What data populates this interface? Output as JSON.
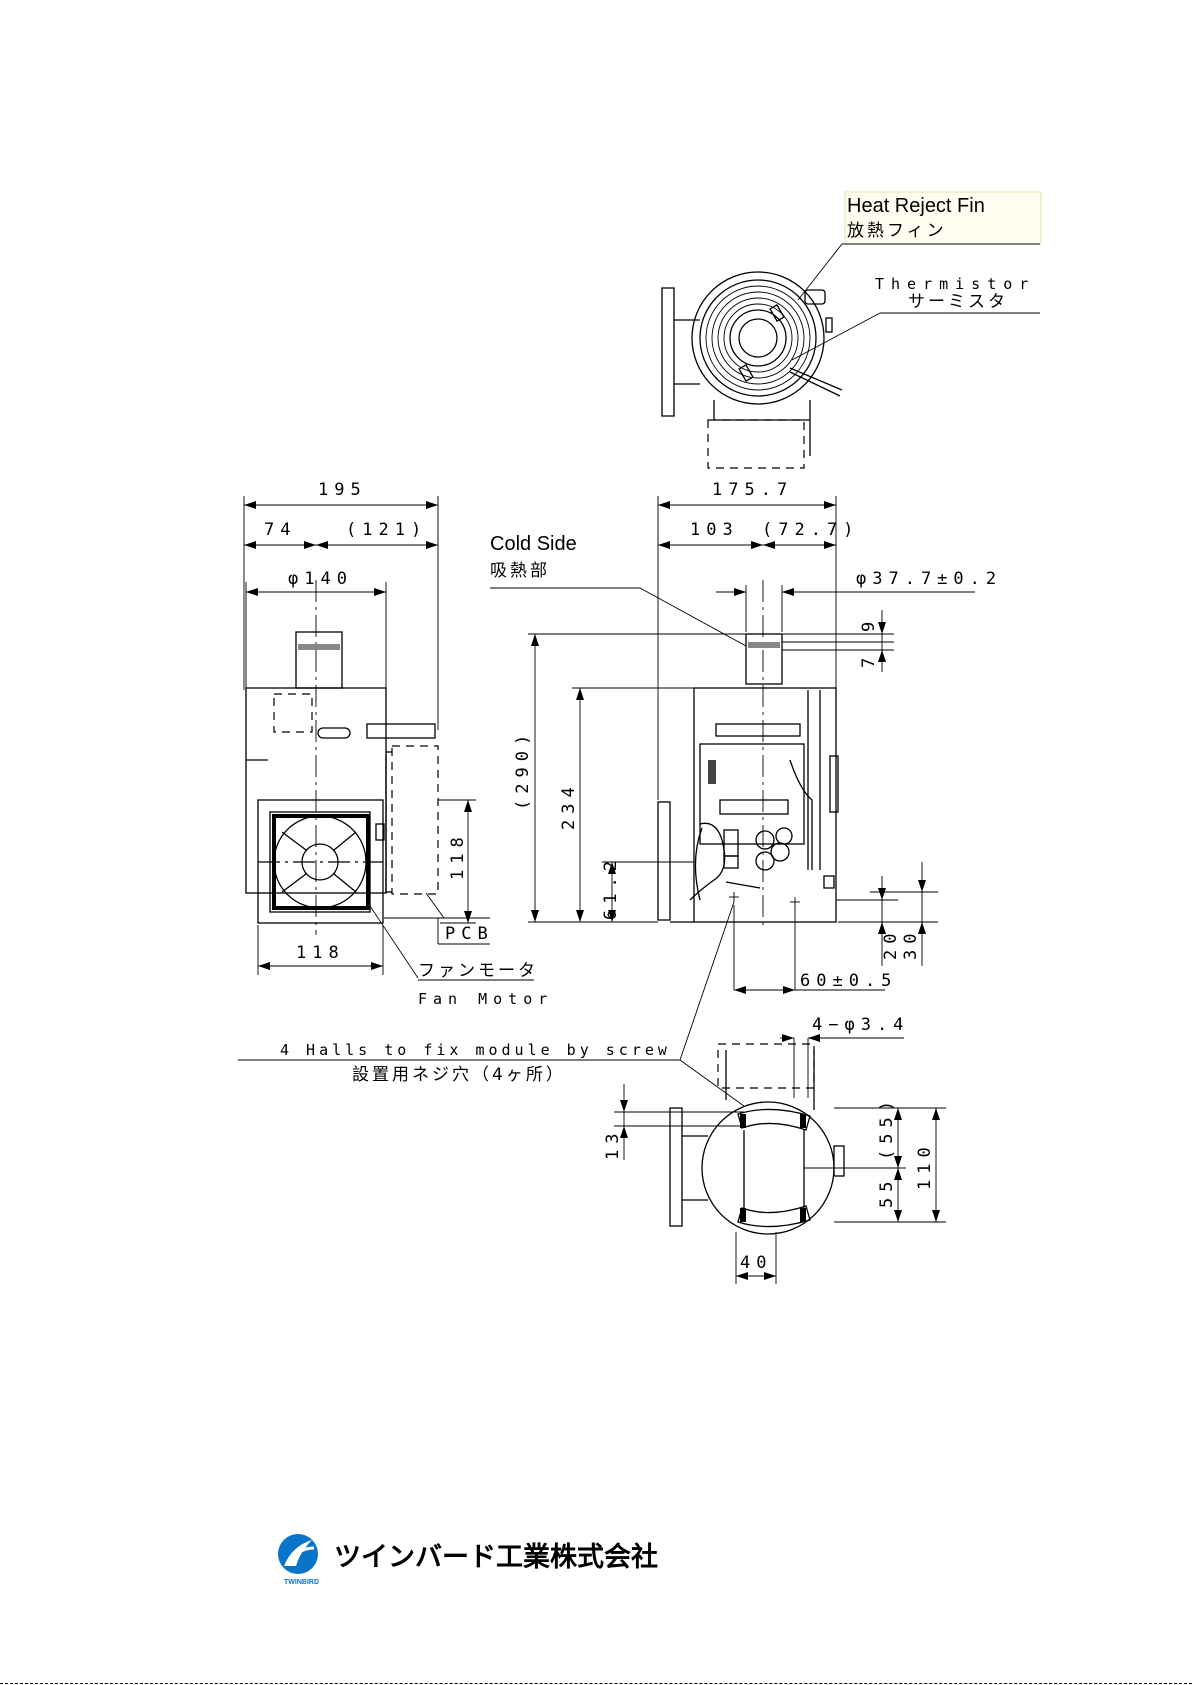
{
  "labels": {
    "heat_reject_fin_en": "Heat Reject Fin",
    "heat_reject_fin_jp": "放熱フィン",
    "thermistor_en": "Thermistor",
    "thermistor_jp": "サーミスタ",
    "cold_side_en": "Cold Side",
    "cold_side_jp": "吸熱部",
    "pcb": "PCB",
    "fan_motor_jp": "ファンモータ",
    "fan_motor_en": "Fan Motor",
    "holes_en": "4 Halls to fix module by screw",
    "holes_jp": "設置用ネジ穴（4ヶ所）"
  },
  "dimensions": {
    "left_width_total": "195",
    "left_width_a": "74",
    "left_width_b": "(121)",
    "left_diameter": "φ140",
    "fan_height": "118",
    "fan_width": "118",
    "front_width_total": "175.7",
    "front_width_a": "103",
    "front_width_b": "(72.7)",
    "cold_diameter": "φ37.7±0.2",
    "top_9": "9",
    "top_7": "7",
    "height_total": "(290)",
    "height_body": "234",
    "height_small": "61.2",
    "bottom_20": "20",
    "bottom_30": "30",
    "hole_spacing": "60±0.5",
    "hole_diameter": "4−φ3.4",
    "plate_13": "13",
    "plate_55a": "(55)",
    "plate_55b": "55",
    "plate_110": "110",
    "plate_40": "40"
  },
  "company": {
    "name_jp": "ツインバード工業株式会社",
    "name_en": "TWINBIRD",
    "brand_color": "#0a74c9"
  }
}
